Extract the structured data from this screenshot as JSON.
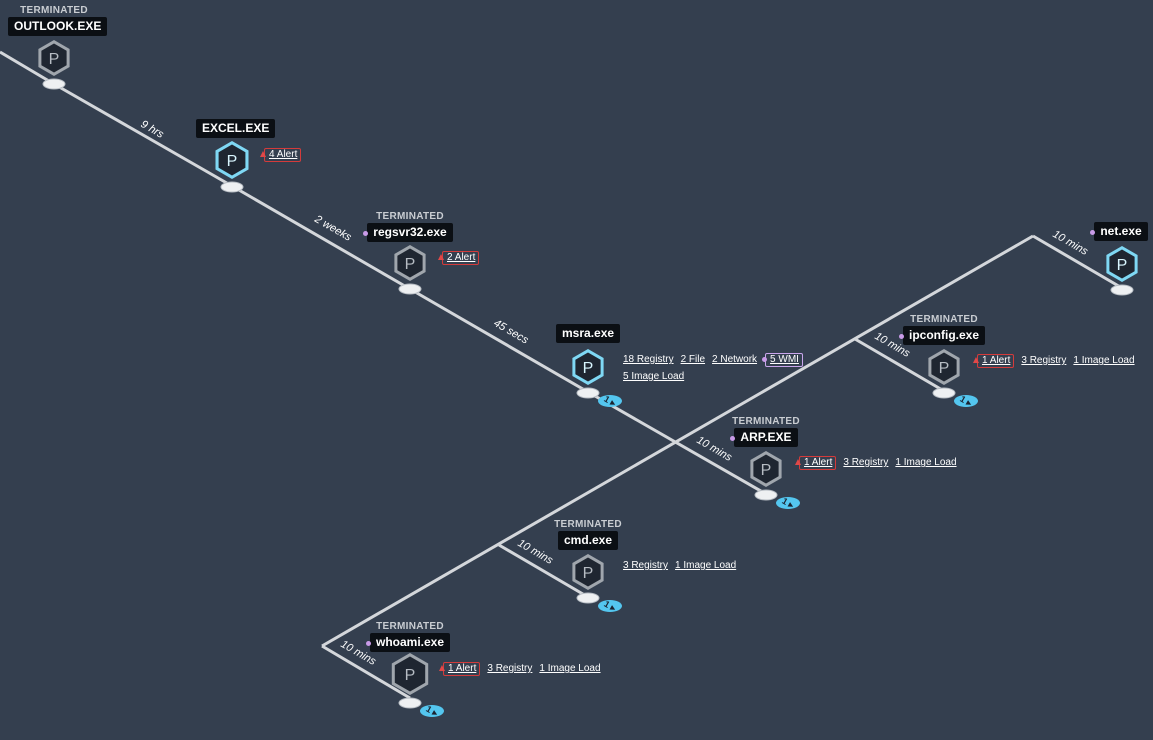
{
  "nodes": {
    "outlook": {
      "state": "TERMINATED",
      "name": "OUTLOOK.EXE",
      "icon": "process-icon",
      "glyph": "P",
      "pills": []
    },
    "excel": {
      "state": "",
      "name": "EXCEL.EXE",
      "icon": "process-icon",
      "glyph": "P",
      "alert": "4 Alert",
      "pills": []
    },
    "regsvr32": {
      "state": "TERMINATED",
      "name": "regsvr32.exe",
      "icon": "process-icon",
      "glyph": "P",
      "alert": "2 Alert",
      "pills": []
    },
    "msra": {
      "state": "",
      "name": "msra.exe",
      "icon": "process-icon",
      "glyph": "P",
      "pills": [
        "18 Registry",
        "2 File",
        "2 Network"
      ],
      "wmi": "5 WMI",
      "pills2": [
        "5 Image Load"
      ]
    },
    "arp": {
      "state": "TERMINATED",
      "name": "ARP.EXE",
      "icon": "process-icon",
      "glyph": "P",
      "alert": "1 Alert",
      "pills": [
        "3 Registry",
        "1 Image Load"
      ]
    },
    "cmd": {
      "state": "TERMINATED",
      "name": "cmd.exe",
      "icon": "process-icon",
      "glyph": "P",
      "pills": [
        "3 Registry",
        "1 Image Load"
      ]
    },
    "whoami": {
      "state": "TERMINATED",
      "name": "whoami.exe",
      "icon": "process-icon",
      "glyph": "P",
      "alert": "1 Alert",
      "pills": [
        "3 Registry",
        "1 Image Load"
      ]
    },
    "ipconfig": {
      "state": "TERMINATED",
      "name": "ipconfig.exe",
      "icon": "process-icon",
      "glyph": "P",
      "alert": "1 Alert",
      "pills": [
        "3 Registry",
        "1 Image Load"
      ]
    },
    "net": {
      "state": "",
      "name": "net.exe",
      "icon": "process-icon",
      "glyph": "P",
      "pills": []
    }
  },
  "edges": {
    "outlook_excel": "9 hrs",
    "excel_regsvr32": "2 weeks",
    "regsvr32_msra": "45 secs",
    "msra_arp": "10 mins",
    "cmd": "10 mins",
    "whoami": "10 mins",
    "ipconfig": "10 mins",
    "net": "10 mins"
  },
  "badge": "1",
  "colors": {
    "background": "#343f4f",
    "edge": "#d4d7db",
    "live_node": "#7fd8f4",
    "terminated_node": "#a0a6ad",
    "alert_border": "#d43b3b",
    "badge": "#54c6ef"
  }
}
